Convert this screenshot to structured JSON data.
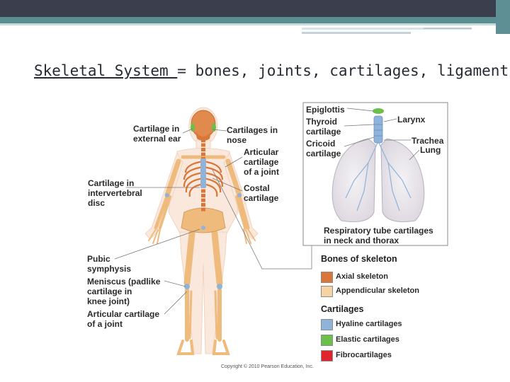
{
  "slide": {
    "title_underlined": "Skeletal System ",
    "title_rest": "= bones, joints, cartilages, ligaments"
  },
  "figure": {
    "labels": {
      "ear": [
        "Cartilage in",
        "external ear"
      ],
      "nose": [
        "Cartilages in",
        "nose"
      ],
      "articular_joint_upper": [
        "Articular",
        "cartilage",
        "of a joint"
      ],
      "intervertebral": [
        "Cartilage in",
        "intervertebral",
        "disc"
      ],
      "costal": [
        "Costal",
        "cartilage"
      ],
      "pubic": [
        "Pubic",
        "symphysis"
      ],
      "meniscus": [
        "Meniscus (padlike",
        "cartilage in",
        "knee joint)"
      ],
      "articular_joint_lower": [
        "Articular cartilage",
        "of a joint"
      ],
      "epiglottis": "Epiglottis",
      "thyroid": [
        "Thyroid",
        "cartilage"
      ],
      "cricoid": [
        "Cricoid",
        "cartilage"
      ],
      "larynx": "Larynx",
      "trachea": "Trachea",
      "lung": "Lung",
      "respiratory": [
        "Respiratory tube cartilages",
        "in neck and thorax"
      ]
    },
    "legend": {
      "bones_heading": "Bones of skeleton",
      "axial": "Axial skeleton",
      "appendicular": "Appendicular skeleton",
      "cartilages_heading": "Cartilages",
      "hyaline": "Hyaline cartilages",
      "elastic": "Elastic cartilages",
      "fibro": "Fibrocartilages"
    },
    "colors": {
      "axial": "#d9773a",
      "appendicular": "#f5d3a3",
      "hyaline": "#8fb3d9",
      "elastic": "#6cbf4a",
      "fibro": "#e0242b"
    },
    "copyright": "Copyright © 2010 Pearson Education, Inc."
  }
}
